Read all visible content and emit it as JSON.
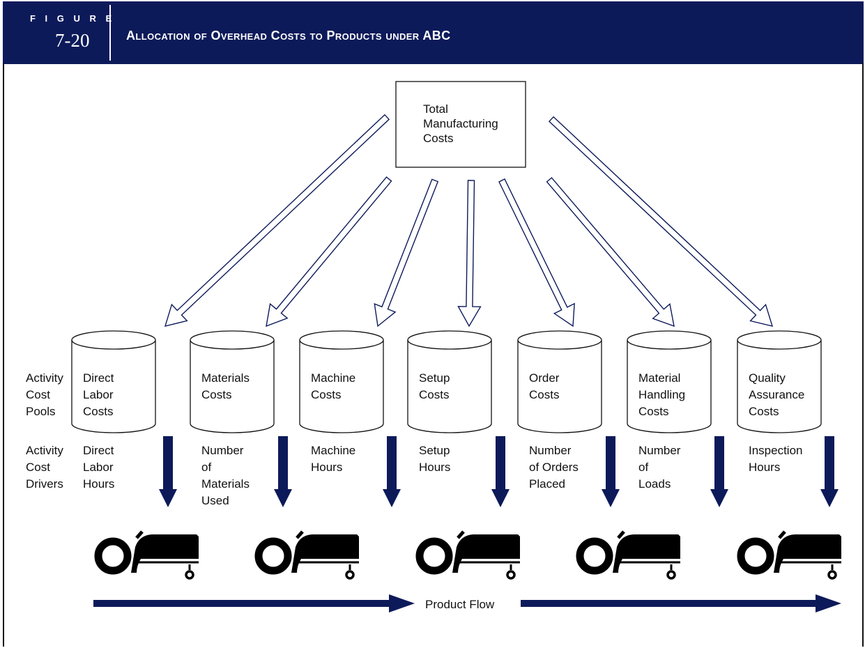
{
  "figure": {
    "label": "F I G U R E",
    "number": "7-20",
    "title": "Allocation of Overhead Costs to Products under ABC"
  },
  "source": {
    "lines": [
      "Total",
      "Manufacturing",
      "Costs"
    ]
  },
  "row_labels": {
    "pools": [
      "Activity",
      "Cost",
      "Pools"
    ],
    "drivers": [
      "Activity",
      "Cost",
      "Drivers"
    ]
  },
  "pools": [
    {
      "name": [
        "Direct",
        "Labor",
        "Costs"
      ],
      "driver": [
        "Direct",
        "Labor",
        "Hours"
      ]
    },
    {
      "name": [
        "Materials",
        "Costs"
      ],
      "driver": [
        "Number",
        "of",
        "Materials",
        "Used"
      ]
    },
    {
      "name": [
        "Machine",
        "Costs"
      ],
      "driver": [
        "Machine",
        "Hours"
      ]
    },
    {
      "name": [
        "Setup",
        "Costs"
      ],
      "driver": [
        "Setup",
        "Hours"
      ]
    },
    {
      "name": [
        "Order",
        "Costs"
      ],
      "driver": [
        "Number",
        "of Orders",
        "Placed"
      ]
    },
    {
      "name": [
        "Material",
        "Handling",
        "Costs"
      ],
      "driver": [
        "Number",
        "of",
        "Loads"
      ]
    },
    {
      "name": [
        "Quality",
        "Assurance",
        "Costs"
      ],
      "driver": [
        "Inspection",
        "Hours"
      ]
    }
  ],
  "product_count": 5,
  "flow_label": "Product Flow",
  "colors": {
    "navy": "#0d1a5a",
    "outline": "#0d1a5a",
    "ink": "#000000"
  },
  "icons": {
    "product": "tractor-icon",
    "pool": "cylinder-icon"
  }
}
